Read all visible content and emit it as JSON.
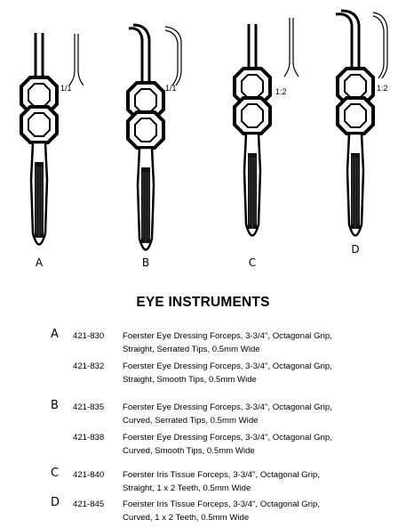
{
  "figures": [
    {
      "letter": "A",
      "ratio": "1/1",
      "tip": "straight"
    },
    {
      "letter": "B",
      "ratio": "1/1",
      "tip": "curved"
    },
    {
      "letter": "C",
      "ratio": "1:2",
      "tip": "straight-teeth"
    },
    {
      "letter": "D",
      "ratio": "1:2",
      "tip": "curved-teeth"
    }
  ],
  "title": "EYE INSTRUMENTS",
  "items": [
    {
      "letter": "A",
      "number": "421-830",
      "line1": "Foerster Eye Dressing Forceps, 3-3/4\", Octagonal Grip,",
      "line2": "Straight, Serrated Tips, 0.5mm Wide"
    },
    {
      "letter": "",
      "number": "421-832",
      "line1": "Foerster Eye Dressing Forceps, 3-3/4\", Octagonal Grip,",
      "line2": "Straight, Smooth Tips, 0.5mm Wide"
    },
    {
      "letter": "B",
      "number": "421-835",
      "line1": "Foerster Eye Dressing Forceps, 3-3/4\", Octagonal Grip,",
      "line2": "Curved, Serrated Tips, 0.5mm Wide"
    },
    {
      "letter": "",
      "number": "421-838",
      "line1": "Foerster Eye Dressing Forceps, 3-3/4\", Octagonal Grip,",
      "line2": "Curved, Smooth Tips, 0.5mm Wide"
    },
    {
      "letter": "C",
      "number": "421-840",
      "line1": "Foerster Iris Tissue Forceps, 3-3/4\", Octagonal Grip,",
      "line2": "Straight, 1 x 2 Teeth, 0.5mm Wide"
    },
    {
      "letter": "D",
      "number": "421-845",
      "line1": "Foerster Iris Tissue Forceps, 3-3/4\", Octagonal Grip,",
      "line2": "Curved, 1 x 2 Teeth, 0.5mm Wide"
    }
  ]
}
